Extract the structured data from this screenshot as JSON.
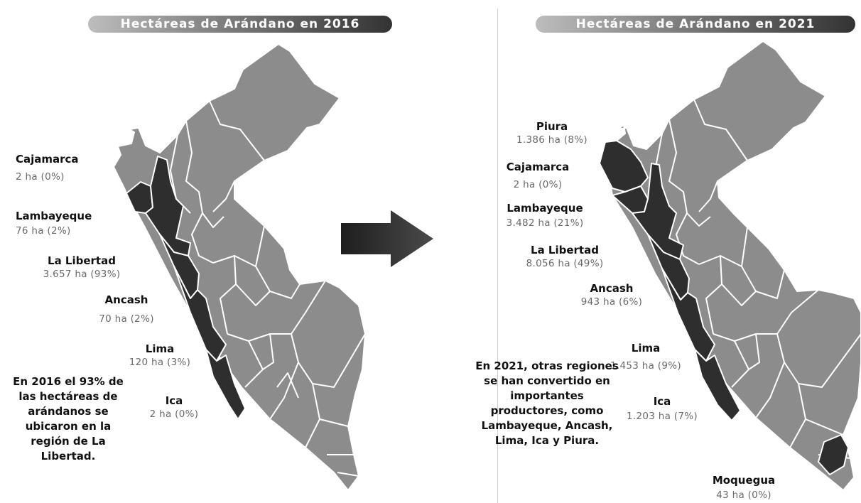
{
  "panels": [
    {
      "title": "Hectáreas de Arándano en 2016",
      "regions": [
        {
          "name": "Cajamarca",
          "value": "2 ha (0%)"
        },
        {
          "name": "Lambayeque",
          "value": "76 ha (2%)"
        },
        {
          "name": "La Libertad",
          "value": "3.657 ha (93%)"
        },
        {
          "name": "Ancash",
          "value": "70 ha (2%)"
        },
        {
          "name": "Lima",
          "value": "120 ha (3%)"
        },
        {
          "name": "Ica",
          "value": "2 ha (0%)"
        }
      ],
      "note": "En 2016 el 93% de las hectáreas de arándanos se ubicaron en la región de La Libertad."
    },
    {
      "title": "Hectáreas de Arándano en 2021",
      "regions": [
        {
          "name": "Piura",
          "value": "1.386 ha (8%)"
        },
        {
          "name": "Cajamarca",
          "value": "2 ha (0%)"
        },
        {
          "name": "Lambayeque",
          "value": "3.482 ha (21%)"
        },
        {
          "name": "La Libertad",
          "value": "8.056 ha (49%)"
        },
        {
          "name": "Ancash",
          "value": "943 ha (6%)"
        },
        {
          "name": "Lima",
          "value": "1.453 ha (9%)"
        },
        {
          "name": "Ica",
          "value": "1.203 ha (7%)"
        },
        {
          "name": "Moquegua",
          "value": "43 ha (0%)"
        }
      ],
      "note": "En 2021, otras regiones se han convertido en importantes productores, como Lambayeque, Ancash, Lima, Ica y Piura."
    }
  ],
  "colors": {
    "map_base": "#8c8c8c",
    "highlight": "#2e2e2e",
    "border": "#ffffff",
    "value_text": "#6a6a6a"
  },
  "icons": {
    "arrow": "right-arrow-icon"
  }
}
